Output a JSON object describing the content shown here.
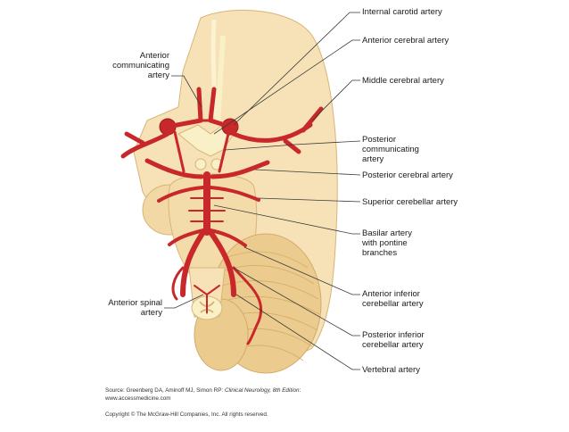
{
  "labels": {
    "anterior_communicating": [
      "Anterior",
      "communicating",
      "artery"
    ],
    "internal_carotid": [
      "Internal carotid artery"
    ],
    "anterior_cerebral": [
      "Anterior cerebral artery"
    ],
    "middle_cerebral": [
      "Middle cerebral artery"
    ],
    "posterior_communicating": [
      "Posterior",
      "communicating",
      "artery"
    ],
    "posterior_cerebral": [
      "Posterior cerebral artery"
    ],
    "superior_cerebellar": [
      "Superior cerebellar artery"
    ],
    "basilar": [
      "Basilar artery",
      "with pontine",
      "branches"
    ],
    "anterior_inferior_cerebellar": [
      "Anterior inferior",
      "cerebellar artery"
    ],
    "posterior_inferior_cerebellar": [
      "Posterior inferior",
      "cerebellar artery"
    ],
    "vertebral": [
      "Vertebral artery"
    ],
    "anterior_spinal": [
      "Anterior spinal",
      "artery"
    ]
  },
  "footer": {
    "source_prefix": "Source: Greenberg DA, Aminoff MJ, Simon RP: ",
    "source_title": "Clinical Neurology, 8th Edition",
    "source_suffix": ":",
    "url": "www.accessmedicine.com",
    "copyright": "Copyright © The McGraw-Hill Companies, Inc. All rights reserved."
  },
  "colors": {
    "brain": "#f6e2b6",
    "brain_dark": "#e9c98a",
    "brain_outline": "#d8b478",
    "nerve": "#f9f0c8",
    "artery": "#c8282a",
    "artery_dark": "#9e1b1d",
    "leader": "#3a3a3a"
  }
}
